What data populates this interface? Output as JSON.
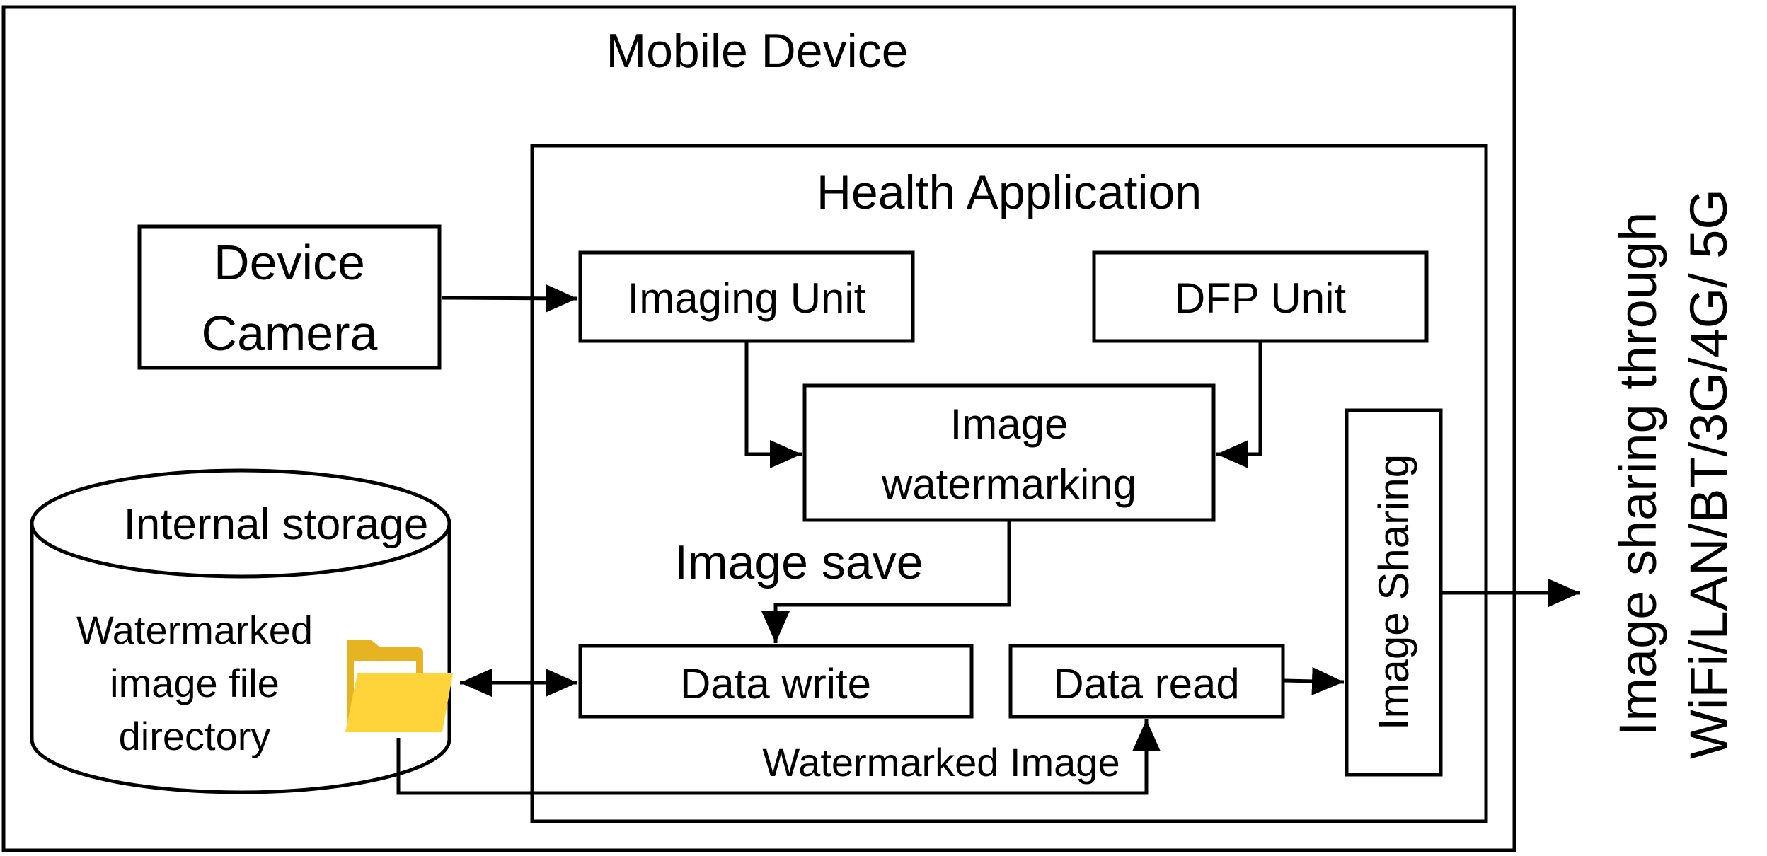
{
  "mobile_device": {
    "title": "Mobile Device"
  },
  "health_app": {
    "title": "Health Application"
  },
  "device_camera": {
    "line1": "Device",
    "line2": "Camera"
  },
  "imaging_unit": {
    "label": "Imaging Unit"
  },
  "dfp_unit": {
    "label": "DFP Unit"
  },
  "image_watermarking": {
    "line1": "Image",
    "line2": "watermarking"
  },
  "image_save": {
    "label": "Image save"
  },
  "data_write": {
    "label": "Data write"
  },
  "data_read": {
    "label": "Data read"
  },
  "image_sharing": {
    "label": "Image Sharing"
  },
  "internal_storage": {
    "label": "Internal storage",
    "dir_line1": "Watermarked",
    "dir_line2": "image file",
    "dir_line3": "directory"
  },
  "watermarked_image": {
    "label": "Watermarked Image"
  },
  "external_sharing": {
    "line1": "Image sharing through",
    "line2": "WiFi/LAN/BT/3G/4G/ 5G"
  },
  "colors": {
    "folder_front": "#FFD43B",
    "folder_back": "#E6B422",
    "stroke": "#000000"
  }
}
